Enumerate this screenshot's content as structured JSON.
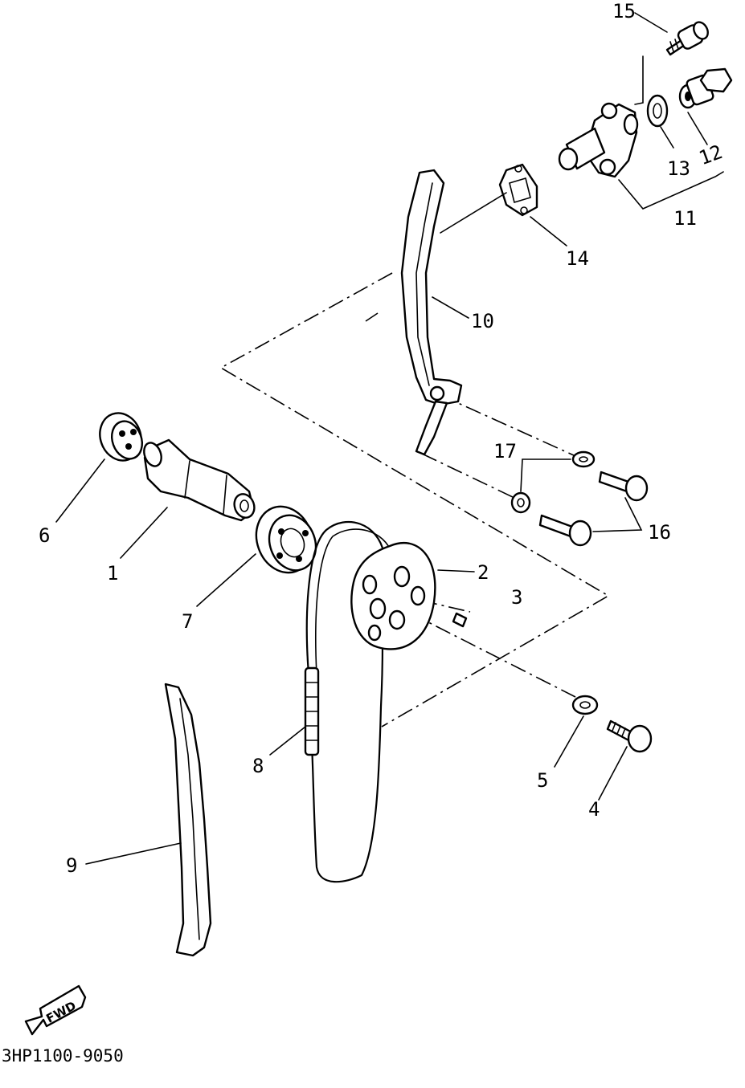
{
  "callouts": {
    "p1": "1",
    "p2": "2",
    "p3": "3",
    "p4": "4",
    "p5": "5",
    "p6": "6",
    "p7": "7",
    "p8": "8",
    "p9": "9",
    "p10": "10",
    "p11": "11",
    "p12": "12",
    "p13": "13",
    "p14": "14",
    "p15": "15",
    "p16": "16",
    "p17": "17"
  },
  "direction_label": "FWD",
  "drawing_code": "3HP1100-9050"
}
